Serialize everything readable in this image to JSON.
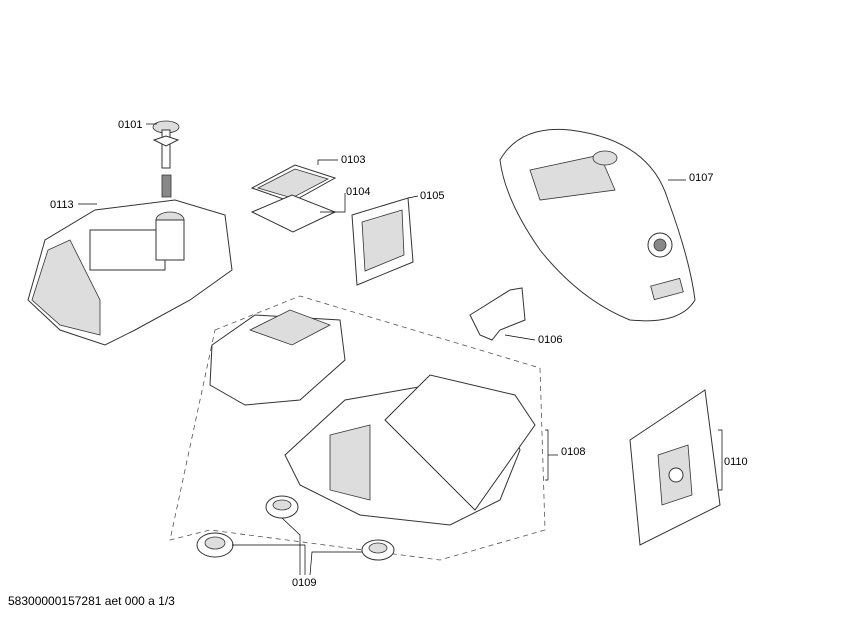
{
  "parts": {
    "p0101": "0101",
    "p0103": "0103",
    "p0104": "0104",
    "p0105": "0105",
    "p0106": "0106",
    "p0107": "0107",
    "p0108": "0108",
    "p0109": "0109",
    "p0110": "0110",
    "p0113": "0113"
  },
  "footer": "58300000157281 aet 000 a 1/3"
}
